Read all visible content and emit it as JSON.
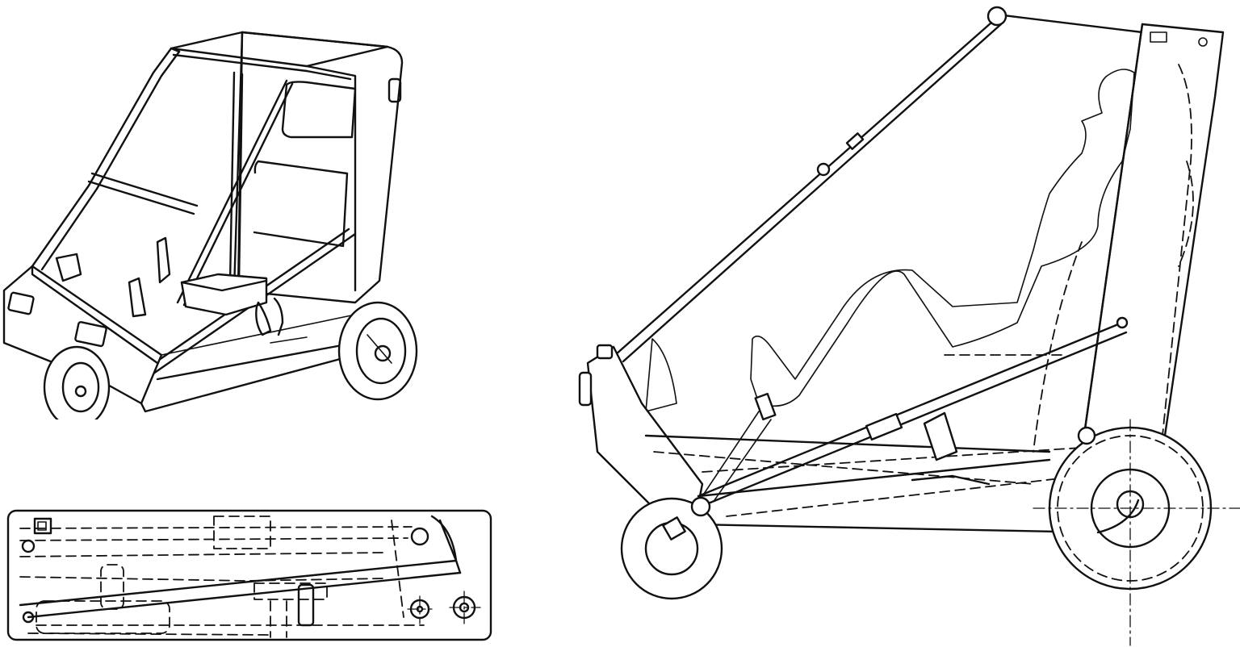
{
  "figure": {
    "views": [
      {
        "id": "perspective",
        "description_name": "vehicle-perspective-view"
      },
      {
        "id": "plan",
        "description_name": "frame-plan-view"
      },
      {
        "id": "side",
        "description_name": "vehicle-side-view"
      }
    ]
  },
  "colors": {
    "ink": "#111111",
    "background": "#ffffff"
  }
}
